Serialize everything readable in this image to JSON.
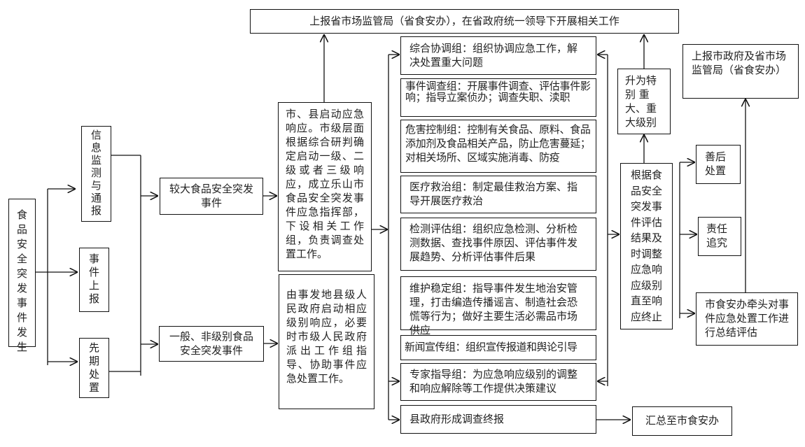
{
  "title_box": "上报省市场监管局（省食安办），在省政府统一领导下开展相关工作",
  "start": "食品安全突发事件发生",
  "stage1": [
    "信息监测与通报",
    "事件上报",
    "先期处置"
  ],
  "levels": {
    "major": "较大食品安全突发事件",
    "general": "一般、非级别食品安全突发事件"
  },
  "responses": {
    "city_county": "市、县启动应急响应。市级层面根据综合研判确定启动一级、二级或者三级响应，成立乐山市食品安全突发事件应急指挥部，下设相关工作组，负责调查处置工作。",
    "county": "由事发地县级人民政府启动相应级别响应，必要时市级人民政府派出工作组指导、协助事件应急处置工作。"
  },
  "groups": [
    "综合协调组：组织协调应急工作，解决处置重大问题",
    "事件调查组：开展事件调查、评估事件影响；指导立案侦办；调查失职、渎职",
    "危害控制组：控制有关食品、原料、食品添加剂及食品相关产品，防止危害蔓延；对相关场所、区域实施消毒、防疫",
    "医疗救治组：制定最佳救治方案、指导开展医疗救治",
    "检测评估组：组织应急检测、分析检测数据、查找事件原因、评估事件发展趋势、分析评估事件后果",
    "维护稳定组：指导事件发生地治安管理，打击编造传播谣言、制造社会恐慌等行为；做好主要生活必需品市场供应",
    "新闻宣传组：组织宣传报道和舆论引导",
    "专家指导组：为应急响应级别的调整和响应解除等工作提供决策建议",
    "县政府形成调查终报"
  ],
  "upgrade": "升为特别 重大、重大级别",
  "adjust": "根据食品安全突发事件评估结果及时调整应急响应级别直至响应终止",
  "aftermath": "善后处置",
  "accountability": "责任追究",
  "summary_eval": "市食安办牵头对事件应急处置工作进行总结评估",
  "report_city": "上报市政府及省市场监管局（省食安办）",
  "collect": "汇总至市食安办"
}
